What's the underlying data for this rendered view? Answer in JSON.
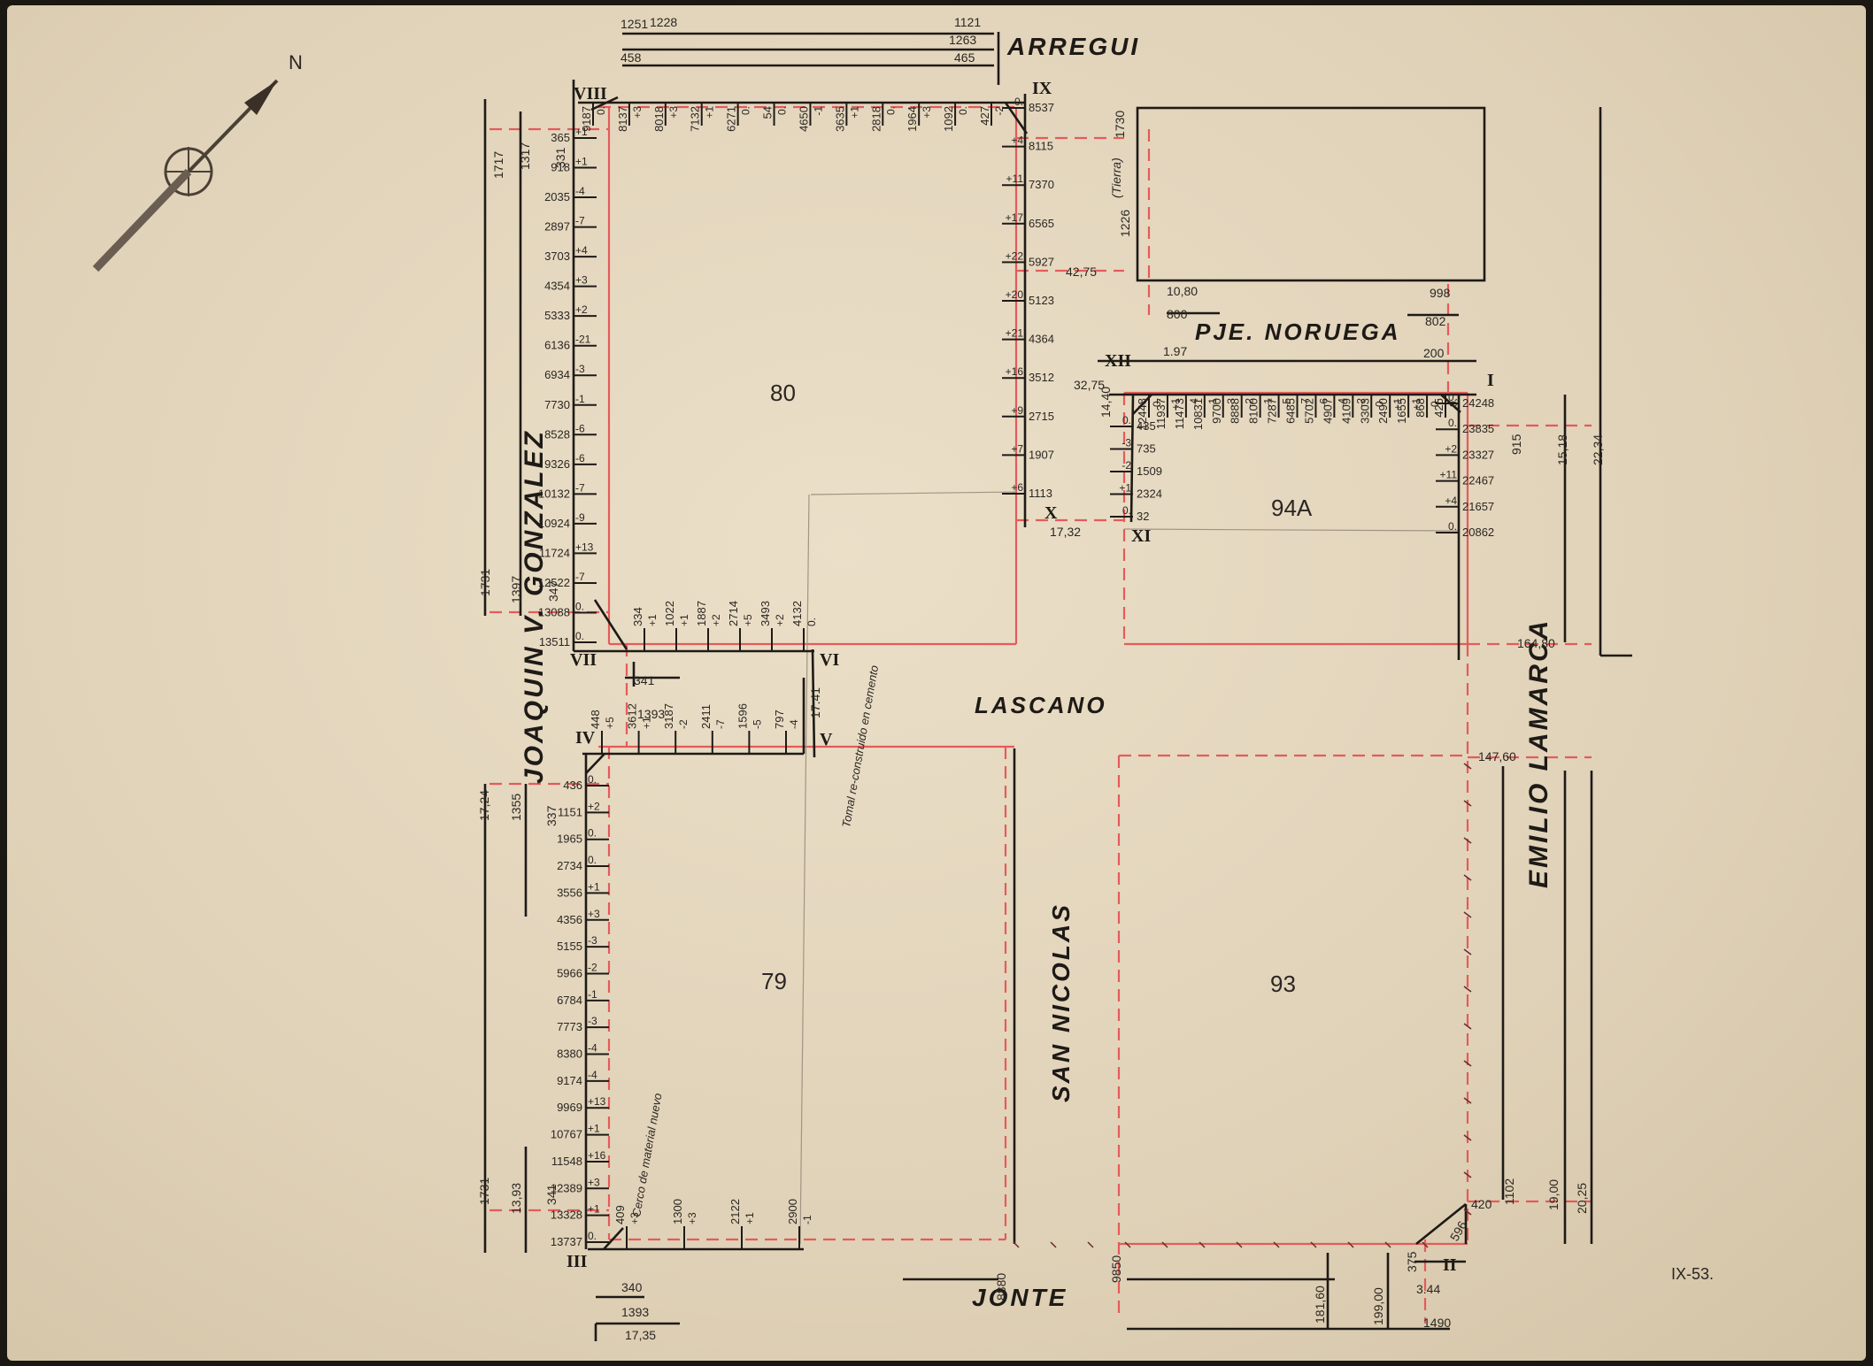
{
  "streets": {
    "arregui": "ARREGUI",
    "gonzalez": "JOAQUIN V. GONZALEZ",
    "lascano": "LASCANO",
    "noruega": "PJE. NORUEGA",
    "lamarca": "EMILIO LAMARCA",
    "san_nicolas": "SAN NICOLAS",
    "jonte": "JONTE"
  },
  "blocks": {
    "b80": "80",
    "b94a": "94A",
    "b79": "79",
    "b93": "93"
  },
  "points": {
    "I": "I",
    "II": "II",
    "III": "III",
    "IV": "IV",
    "V": "V",
    "VI": "VI",
    "VII": "VII",
    "VIII": "VIII",
    "IX": "IX",
    "X": "X",
    "XI": "XI",
    "XII": "XII"
  },
  "notes": {
    "tierra": "(Tierra)",
    "tomal": "Tomal re-construido en cemento",
    "cerco": "Cerco de material nuevo",
    "sheet_id": "IX-53."
  },
  "labels": {
    "l1251": "1251",
    "l1228": "1228",
    "l458": "458",
    "l1121": "1121",
    "l1263": "1263",
    "l465": "465",
    "l1717": "1717",
    "l1317": "1317",
    "l331": "331",
    "l1731a": "1731",
    "l1397": "1397",
    "l347": "347",
    "l1730": "1730",
    "l1226": "1226",
    "l4275": "42,75",
    "l1080": "10,80",
    "l800": "800",
    "l998": "998",
    "l802": "802",
    "l197": "1.97",
    "l200": "200",
    "l3275": "32,75",
    "l1440": "14,40",
    "l915": "915",
    "l1518": "15,18",
    "l2234": "22,34",
    "l16480": "164,80",
    "l341": "341",
    "l1393a": "1393",
    "l14760": "147,60",
    "l1724": "17,24",
    "l1355": "1355",
    "l337": "337",
    "l1731b": "1731",
    "l1393b": "13,93",
    "l341b": "341",
    "l340": "340",
    "l1393c": "1393",
    "l1735": "17,35",
    "l1102": "1102",
    "l1900": "19,00",
    "l2025": "20,25",
    "l18160": "181,60",
    "l19900": "199,00",
    "l344": "3.44",
    "l1490": "1490",
    "l1732": "17,32",
    "l1741": "17.41"
  },
  "top_ticks": [
    {
      "v": "9187",
      "s": "0."
    },
    {
      "v": "8137",
      "s": "+3"
    },
    {
      "v": "8018",
      "s": "+3"
    },
    {
      "v": "7132",
      "s": "+1"
    },
    {
      "v": "6271",
      "s": "0."
    },
    {
      "v": "54",
      "s": "0."
    },
    {
      "v": "4650",
      "s": "-1"
    },
    {
      "v": "3635",
      "s": "+1"
    },
    {
      "v": "2818",
      "s": "0."
    },
    {
      "v": "1964",
      "s": "+3"
    },
    {
      "v": "1092",
      "s": "0."
    },
    {
      "v": "427",
      "s": "-2"
    }
  ],
  "left80_ticks": [
    {
      "v": "365",
      "s": "+1"
    },
    {
      "v": "918",
      "s": "+1"
    },
    {
      "v": "2035",
      "s": "-4"
    },
    {
      "v": "2897",
      "s": "-7"
    },
    {
      "v": "3703",
      "s": "+4"
    },
    {
      "v": "4354",
      "s": "+3"
    },
    {
      "v": "5333",
      "s": "+2"
    },
    {
      "v": "6136",
      "s": "-21"
    },
    {
      "v": "6934",
      "s": "-3"
    },
    {
      "v": "7730",
      "s": "-1"
    },
    {
      "v": "8528",
      "s": "-6"
    },
    {
      "v": "9326",
      "s": "-6"
    },
    {
      "v": "10132",
      "s": "-7"
    },
    {
      "v": "10924",
      "s": "-9"
    },
    {
      "v": "11724",
      "s": "+13"
    },
    {
      "v": "12522",
      "s": "-7"
    },
    {
      "v": "13088",
      "s": "0."
    },
    {
      "v": "13511",
      "s": "0."
    }
  ],
  "right80_ticks": [
    {
      "v": "8537",
      "s": "0."
    },
    {
      "v": "8115",
      "s": "+4"
    },
    {
      "v": "7370",
      "s": "+11"
    },
    {
      "v": "6565",
      "s": "+17"
    },
    {
      "v": "5927",
      "s": "+22"
    },
    {
      "v": "5123",
      "s": "+20"
    },
    {
      "v": "4364",
      "s": "+21"
    },
    {
      "v": "3512",
      "s": "+16"
    },
    {
      "v": "2715",
      "s": "+9"
    },
    {
      "v": "1907",
      "s": "+7"
    },
    {
      "v": "1113",
      "s": "+6"
    }
  ],
  "bottom80_ticks": [
    {
      "v": "334",
      "s": "+1"
    },
    {
      "v": "1022",
      "s": "+1"
    },
    {
      "v": "1887",
      "s": "+2"
    },
    {
      "v": "2714",
      "s": "+5"
    },
    {
      "v": "3493",
      "s": "+2"
    },
    {
      "v": "4132",
      "s": "0."
    }
  ],
  "top94_ticks": [
    {
      "v": "12448",
      "s": "0."
    },
    {
      "v": "11937",
      "s": "+1"
    },
    {
      "v": "11473",
      "s": "-4"
    },
    {
      "v": "10831",
      "s": "-1"
    },
    {
      "v": "9700",
      "s": "-3"
    },
    {
      "v": "8888",
      "s": "-2"
    },
    {
      "v": "8100",
      "s": "-1"
    },
    {
      "v": "7287",
      "s": "-5"
    },
    {
      "v": "6485",
      "s": "-7"
    },
    {
      "v": "5702",
      "s": "-6"
    },
    {
      "v": "4907",
      "s": "-4"
    },
    {
      "v": "4109",
      "s": "-2"
    },
    {
      "v": "3303",
      "s": "0."
    },
    {
      "v": "2490",
      "s": "+1"
    },
    {
      "v": "1655",
      "s": "+1"
    },
    {
      "v": "868",
      "s": "0."
    },
    {
      "v": "425",
      "s": "0."
    }
  ],
  "left94_ticks": [
    {
      "v": "435",
      "s": "0."
    },
    {
      "v": "735",
      "s": "-3"
    },
    {
      "v": "1509",
      "s": "-2"
    },
    {
      "v": "2324",
      "s": "+1"
    },
    {
      "v": "32",
      "s": "0."
    }
  ],
  "right94_ticks": [
    {
      "v": "24248",
      "s": "0."
    },
    {
      "v": "23835",
      "s": "0."
    },
    {
      "v": "23327",
      "s": "+2"
    },
    {
      "v": "22467",
      "s": "+11"
    },
    {
      "v": "21657",
      "s": "+4"
    },
    {
      "v": "20862",
      "s": "0."
    }
  ],
  "top79_ticks": [
    {
      "v": "448",
      "s": "+5"
    },
    {
      "v": "3612",
      "s": "+1"
    },
    {
      "v": "3187",
      "s": "-2"
    },
    {
      "v": "2411",
      "s": "-7"
    },
    {
      "v": "1596",
      "s": "-5"
    },
    {
      "v": "797",
      "s": "-4"
    }
  ],
  "left79_ticks": [
    {
      "v": "436",
      "s": "0."
    },
    {
      "v": "1151",
      "s": "+2"
    },
    {
      "v": "1965",
      "s": "0."
    },
    {
      "v": "2734",
      "s": "0."
    },
    {
      "v": "3556",
      "s": "+1"
    },
    {
      "v": "4356",
      "s": "+3"
    },
    {
      "v": "5155",
      "s": "-3"
    },
    {
      "v": "5966",
      "s": "-2"
    },
    {
      "v": "6784",
      "s": "-1"
    },
    {
      "v": "7773",
      "s": "-3"
    },
    {
      "v": "8380",
      "s": "-4"
    },
    {
      "v": "9174",
      "s": "-4"
    },
    {
      "v": "9969",
      "s": "+13"
    },
    {
      "v": "10767",
      "s": "+1"
    },
    {
      "v": "11548",
      "s": "+16"
    },
    {
      "v": "12389",
      "s": "+3"
    },
    {
      "v": "13328",
      "s": "+1"
    },
    {
      "v": "13737",
      "s": "0."
    }
  ],
  "bottom79_ticks": [
    {
      "v": "409",
      "s": "+3"
    },
    {
      "v": "1300",
      "s": "+3"
    },
    {
      "v": "2122",
      "s": "+1"
    },
    {
      "v": "2900",
      "s": "-1"
    }
  ],
  "bottom93": {
    "v1": "8880",
    "v2": "9850",
    "v3": "375",
    "v4": "596",
    "v5": "420"
  }
}
